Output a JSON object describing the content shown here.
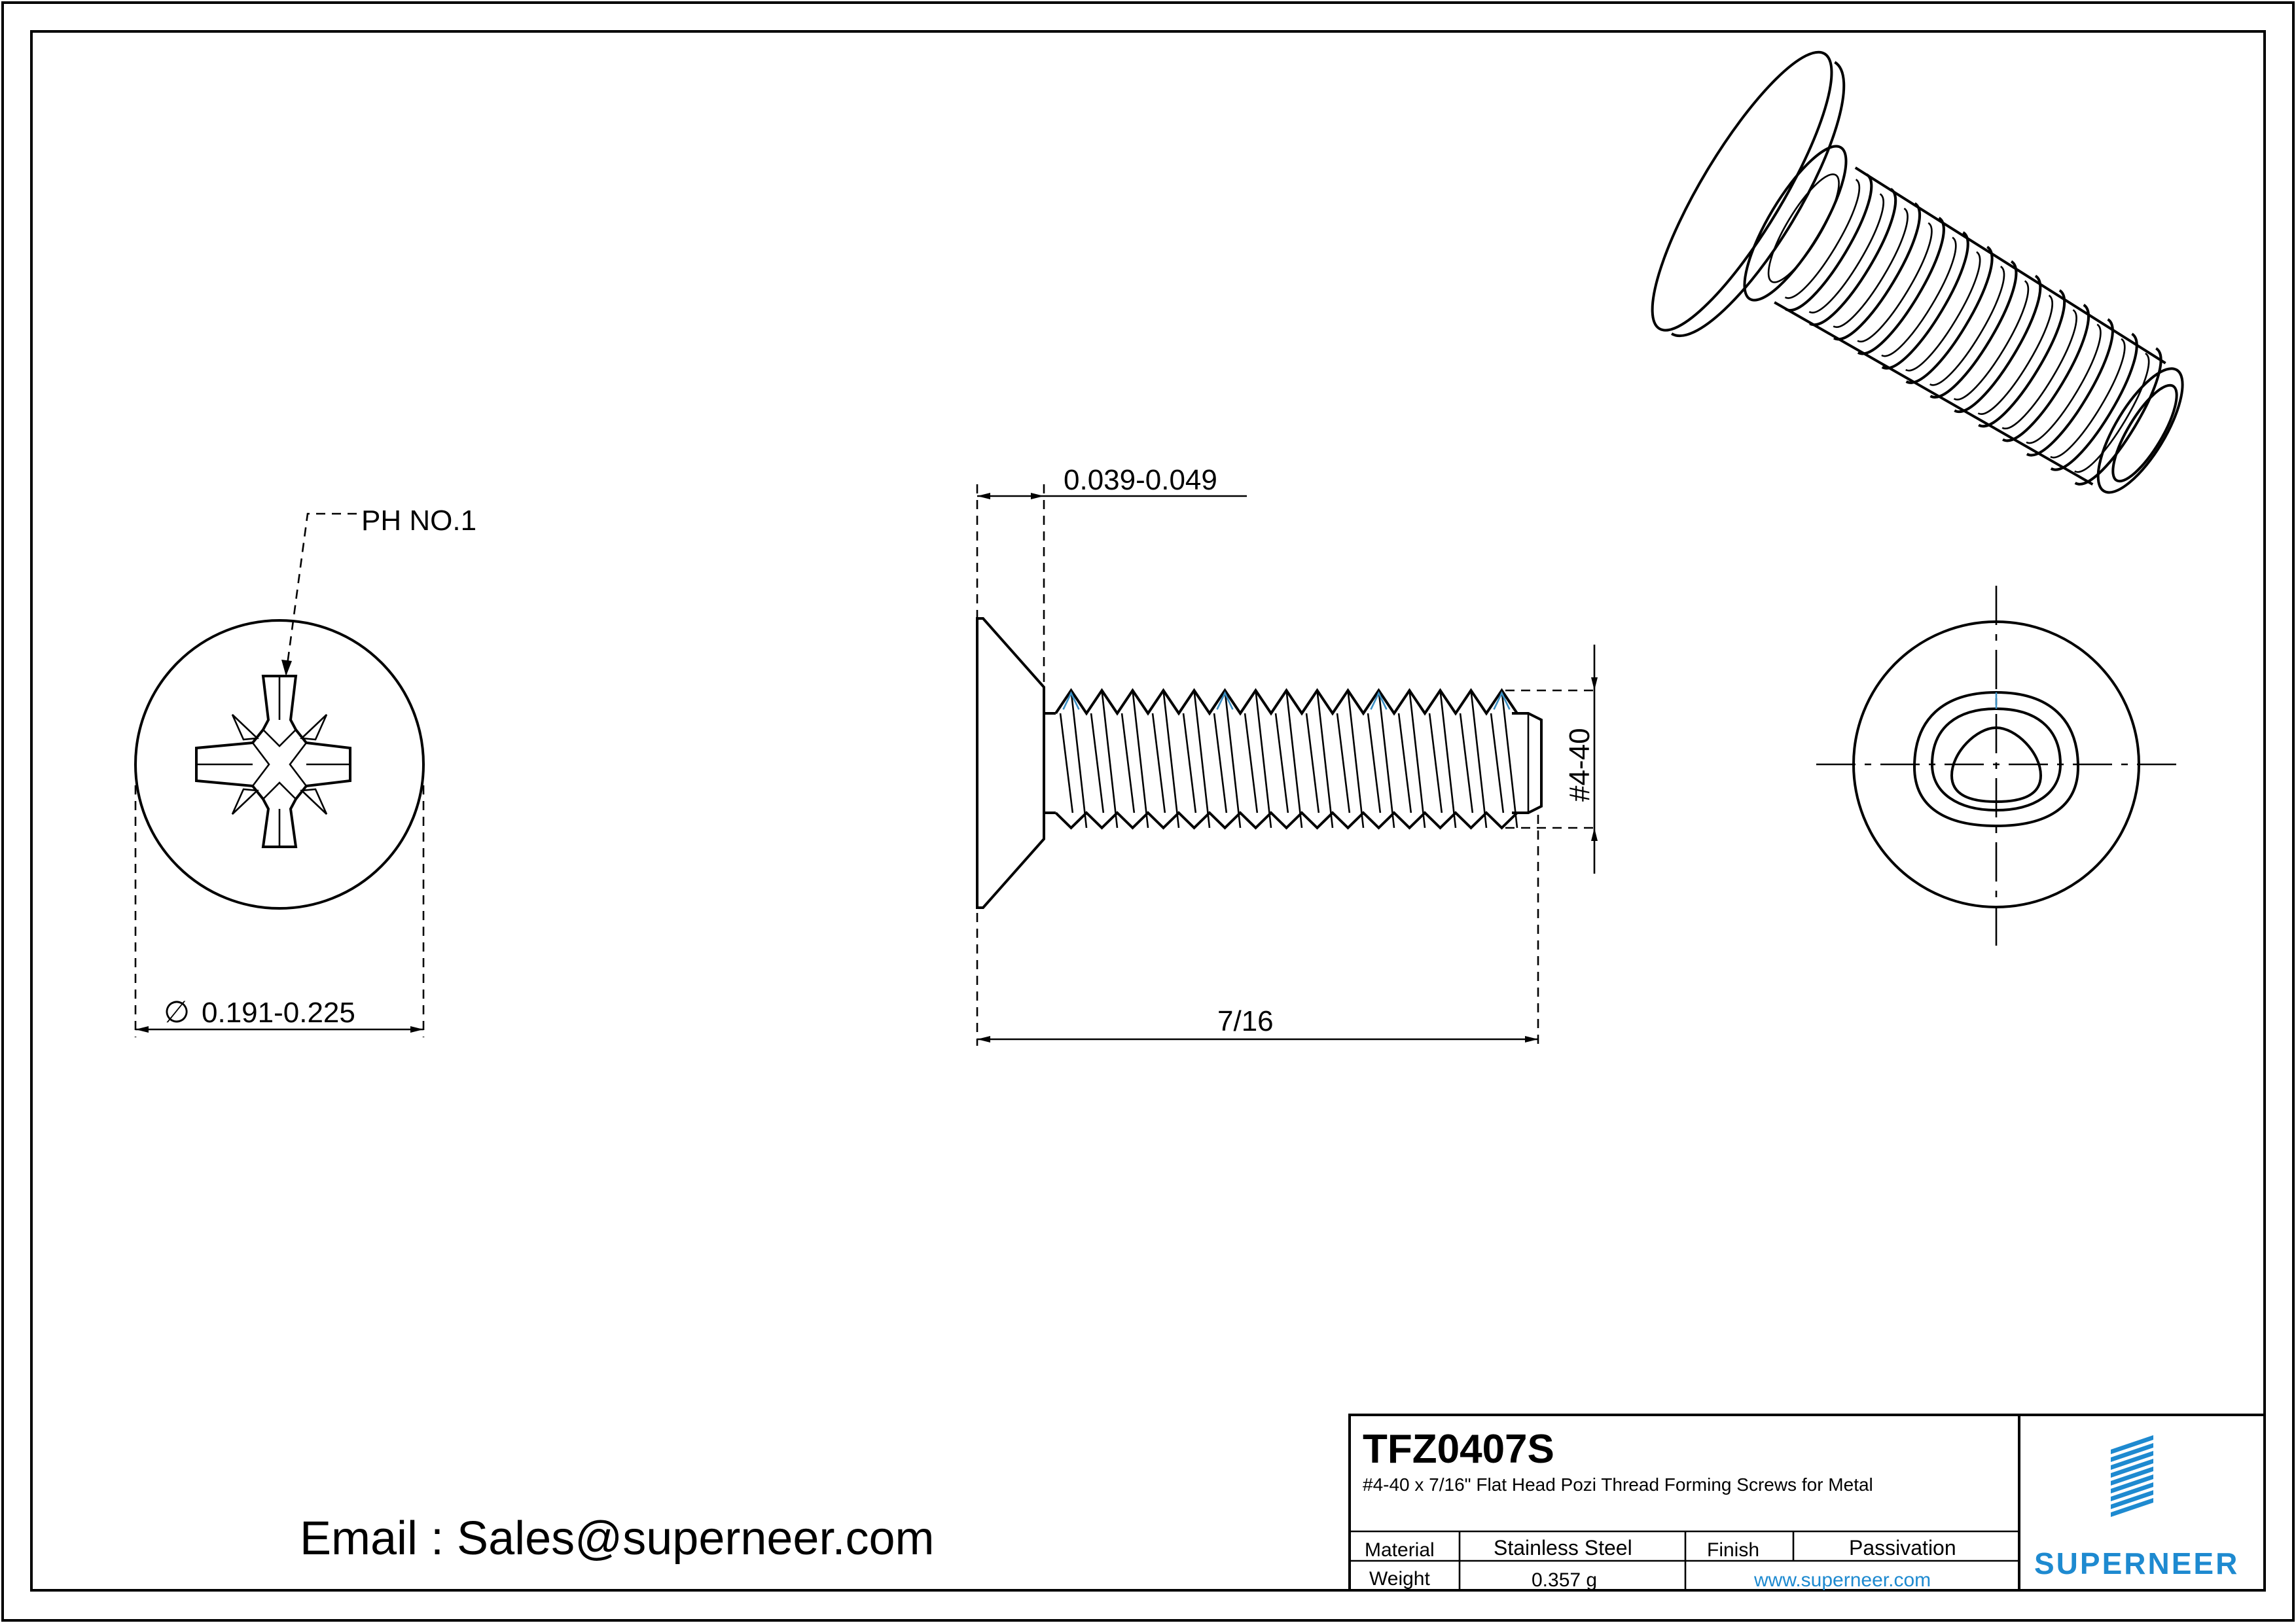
{
  "dimensions": {
    "drive_callout": "PH NO.1",
    "head_diameter": "0.191-0.225",
    "head_height": "0.039-0.049",
    "thread_size": "#4-40",
    "length": "7/16"
  },
  "symbols": {
    "diameter": "∅"
  },
  "contact": {
    "email": "Email : Sales@superneer.com"
  },
  "title_block": {
    "part_number": "TFZ0407S",
    "description": "#4-40 x 7/16\" Flat Head Pozi Thread Forming Screws for Metal",
    "material_label": "Material",
    "material_value": "Stainless Steel",
    "finish_label": "Finish",
    "finish_value": "Passivation",
    "weight_label": "Weight",
    "weight_value": "0.357 g",
    "website": "www.superneer.com"
  },
  "logo": {
    "name": "SUPERNEER",
    "color": "#1e8ad0"
  },
  "colors": {
    "thread_highlight": "#3a8fc4"
  }
}
